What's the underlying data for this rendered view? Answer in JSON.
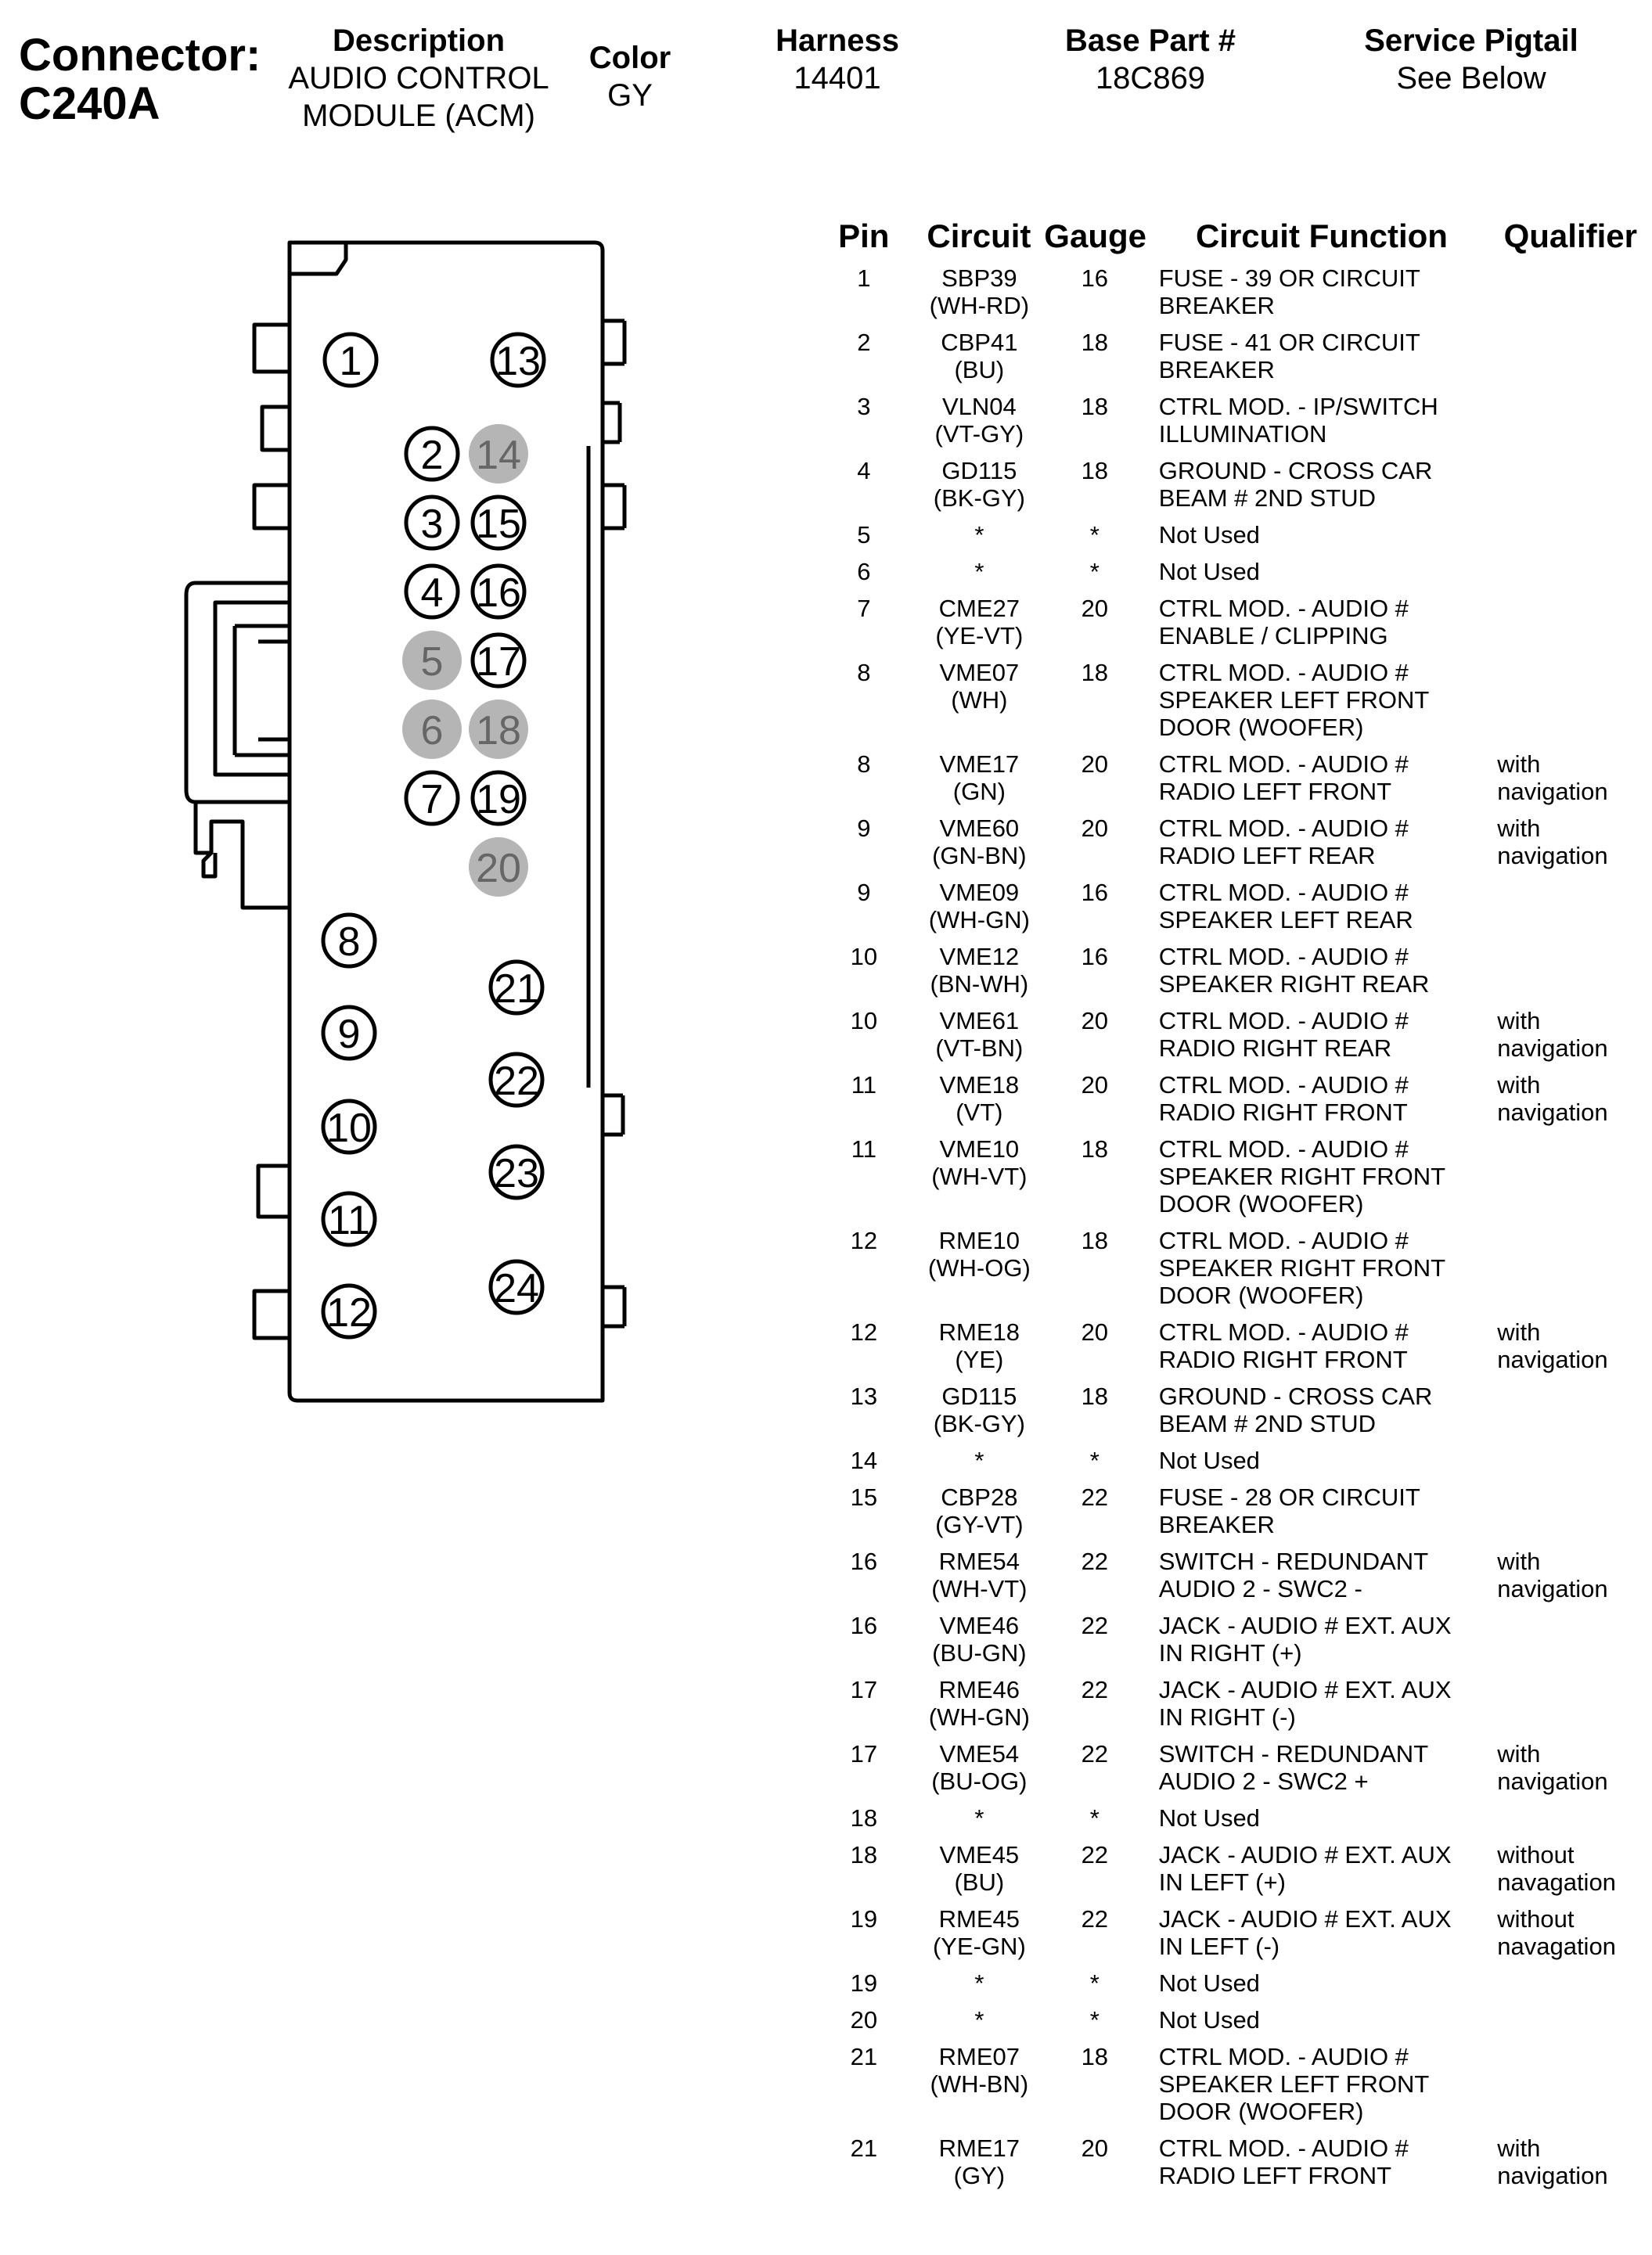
{
  "header": {
    "label_line1": "Connector:",
    "label_line2": "C240A",
    "description_heading": "Description",
    "description_line1": "AUDIO CONTROL",
    "description_line2": "MODULE (ACM)",
    "color_heading": "Color",
    "color_value": "GY",
    "harness_heading": "Harness",
    "harness_value": "14401",
    "base_part_heading": "Base Part #",
    "base_part_value": "18C869",
    "pigtail_heading": "Service Pigtail",
    "pigtail_value": "See Below"
  },
  "connector": {
    "pins_white": [
      "1",
      "13",
      "2",
      "3",
      "15",
      "4",
      "16",
      "17",
      "7",
      "19",
      "8",
      "21",
      "9",
      "22",
      "10",
      "23",
      "11",
      "24",
      "12"
    ],
    "pins_grey": [
      "14",
      "5",
      "6",
      "18",
      "20"
    ],
    "grey_fill": "#b5b5b5"
  },
  "table": {
    "headers": {
      "pin": "Pin",
      "circuit": "Circuit",
      "gauge": "Gauge",
      "function": "Circuit Function",
      "qualifier": "Qualifier"
    },
    "rows": [
      {
        "pin": "1",
        "circuit": "SBP39",
        "color": "(WH-RD)",
        "gauge": "16",
        "function": [
          "FUSE - 39 OR CIRCUIT",
          "BREAKER"
        ],
        "qualifier": [
          "",
          ""
        ]
      },
      {
        "pin": "2",
        "circuit": "CBP41",
        "color": "(BU)",
        "gauge": "18",
        "function": [
          "FUSE - 41 OR CIRCUIT",
          "BREAKER"
        ],
        "qualifier": [
          "",
          ""
        ]
      },
      {
        "pin": "3",
        "circuit": "VLN04",
        "color": "(VT-GY)",
        "gauge": "18",
        "function": [
          "CTRL MOD. - IP/SWITCH",
          "ILLUMINATION"
        ],
        "qualifier": [
          "",
          ""
        ]
      },
      {
        "pin": "4",
        "circuit": "GD115",
        "color": "(BK-GY)",
        "gauge": "18",
        "function": [
          "GROUND - CROSS CAR",
          "BEAM # 2ND STUD"
        ],
        "qualifier": [
          "",
          ""
        ]
      },
      {
        "pin": "5",
        "circuit": "*",
        "color": "",
        "gauge": "*",
        "function": [
          "Not Used"
        ],
        "qualifier": [
          ""
        ]
      },
      {
        "pin": "6",
        "circuit": "*",
        "color": "",
        "gauge": "*",
        "function": [
          "Not Used"
        ],
        "qualifier": [
          ""
        ]
      },
      {
        "pin": "7",
        "circuit": "CME27",
        "color": "(YE-VT)",
        "gauge": "20",
        "function": [
          "CTRL MOD. - AUDIO #",
          "ENABLE / CLIPPING"
        ],
        "qualifier": [
          "",
          ""
        ]
      },
      {
        "pin": "8",
        "circuit": "VME07",
        "color": "(WH)",
        "gauge": "18",
        "function": [
          "CTRL MOD. - AUDIO #",
          "SPEAKER LEFT FRONT",
          "DOOR (WOOFER)"
        ],
        "qualifier": [
          "",
          "",
          ""
        ]
      },
      {
        "pin": "8",
        "circuit": "VME17",
        "color": "(GN)",
        "gauge": "20",
        "function": [
          "CTRL MOD. - AUDIO #",
          "RADIO LEFT FRONT"
        ],
        "qualifier": [
          "with",
          "navigation"
        ]
      },
      {
        "pin": "9",
        "circuit": "VME60",
        "color": "(GN-BN)",
        "gauge": "20",
        "function": [
          "CTRL MOD. - AUDIO #",
          "RADIO LEFT REAR"
        ],
        "qualifier": [
          "with",
          "navigation"
        ]
      },
      {
        "pin": "9",
        "circuit": "VME09",
        "color": "(WH-GN)",
        "gauge": "16",
        "function": [
          "CTRL MOD. - AUDIO #",
          "SPEAKER LEFT REAR"
        ],
        "qualifier": [
          "",
          ""
        ]
      },
      {
        "pin": "10",
        "circuit": "VME12",
        "color": "(BN-WH)",
        "gauge": "16",
        "function": [
          "CTRL MOD. - AUDIO #",
          "SPEAKER RIGHT REAR"
        ],
        "qualifier": [
          "",
          ""
        ]
      },
      {
        "pin": "10",
        "circuit": "VME61",
        "color": "(VT-BN)",
        "gauge": "20",
        "function": [
          "CTRL MOD. - AUDIO #",
          "RADIO RIGHT REAR"
        ],
        "qualifier": [
          "with",
          "navigation"
        ]
      },
      {
        "pin": "11",
        "circuit": "VME18",
        "color": "(VT)",
        "gauge": "20",
        "function": [
          "CTRL MOD. - AUDIO #",
          "RADIO RIGHT FRONT"
        ],
        "qualifier": [
          "with",
          "navigation"
        ]
      },
      {
        "pin": "11",
        "circuit": "VME10",
        "color": "(WH-VT)",
        "gauge": "18",
        "function": [
          "CTRL MOD. - AUDIO #",
          "SPEAKER RIGHT FRONT",
          "DOOR (WOOFER)"
        ],
        "qualifier": [
          "",
          "",
          ""
        ]
      },
      {
        "pin": "12",
        "circuit": "RME10",
        "color": "(WH-OG)",
        "gauge": "18",
        "function": [
          "CTRL MOD. - AUDIO #",
          "SPEAKER RIGHT FRONT",
          "DOOR (WOOFER)"
        ],
        "qualifier": [
          "",
          "",
          ""
        ]
      },
      {
        "pin": "12",
        "circuit": "RME18",
        "color": "(YE)",
        "gauge": "20",
        "function": [
          "CTRL MOD. - AUDIO #",
          "RADIO RIGHT FRONT"
        ],
        "qualifier": [
          "with",
          "navigation"
        ]
      },
      {
        "pin": "13",
        "circuit": "GD115",
        "color": "(BK-GY)",
        "gauge": "18",
        "function": [
          "GROUND - CROSS CAR",
          "BEAM # 2ND STUD"
        ],
        "qualifier": [
          "",
          ""
        ]
      },
      {
        "pin": "14",
        "circuit": "*",
        "color": "",
        "gauge": "*",
        "function": [
          "Not Used"
        ],
        "qualifier": [
          ""
        ]
      },
      {
        "pin": "15",
        "circuit": "CBP28",
        "color": "(GY-VT)",
        "gauge": "22",
        "function": [
          "FUSE - 28 OR CIRCUIT",
          "BREAKER"
        ],
        "qualifier": [
          "",
          ""
        ]
      },
      {
        "pin": "16",
        "circuit": "RME54",
        "color": "(WH-VT)",
        "gauge": "22",
        "function": [
          "SWITCH - REDUNDANT",
          "AUDIO 2 - SWC2 -"
        ],
        "qualifier": [
          "with",
          "navigation"
        ]
      },
      {
        "pin": "16",
        "circuit": "VME46",
        "color": "(BU-GN)",
        "gauge": "22",
        "function": [
          "JACK - AUDIO # EXT. AUX",
          "IN RIGHT (+)"
        ],
        "qualifier": [
          "",
          ""
        ]
      },
      {
        "pin": "17",
        "circuit": "RME46",
        "color": "(WH-GN)",
        "gauge": "22",
        "function": [
          "JACK - AUDIO # EXT. AUX",
          "IN RIGHT (-)"
        ],
        "qualifier": [
          "",
          ""
        ]
      },
      {
        "pin": "17",
        "circuit": "VME54",
        "color": "(BU-OG)",
        "gauge": "22",
        "function": [
          "SWITCH - REDUNDANT",
          "AUDIO 2 - SWC2 +"
        ],
        "qualifier": [
          "with",
          "navigation"
        ]
      },
      {
        "pin": "18",
        "circuit": "*",
        "color": "",
        "gauge": "*",
        "function": [
          "Not Used"
        ],
        "qualifier": [
          ""
        ]
      },
      {
        "pin": "18",
        "circuit": "VME45",
        "color": "(BU)",
        "gauge": "22",
        "function": [
          "JACK - AUDIO # EXT. AUX",
          "IN LEFT (+)"
        ],
        "qualifier": [
          "without",
          "navagation"
        ]
      },
      {
        "pin": "19",
        "circuit": "RME45",
        "color": "(YE-GN)",
        "gauge": "22",
        "function": [
          "JACK - AUDIO # EXT. AUX",
          "IN LEFT (-)"
        ],
        "qualifier": [
          "without",
          "navagation"
        ]
      },
      {
        "pin": "19",
        "circuit": "*",
        "color": "",
        "gauge": "*",
        "function": [
          "Not Used"
        ],
        "qualifier": [
          ""
        ]
      },
      {
        "pin": "20",
        "circuit": "*",
        "color": "",
        "gauge": "*",
        "function": [
          "Not Used"
        ],
        "qualifier": [
          ""
        ]
      },
      {
        "pin": "21",
        "circuit": "RME07",
        "color": "(WH-BN)",
        "gauge": "18",
        "function": [
          "CTRL MOD. - AUDIO #",
          "SPEAKER LEFT FRONT",
          "DOOR (WOOFER)"
        ],
        "qualifier": [
          "",
          "",
          ""
        ]
      },
      {
        "pin": "21",
        "circuit": "RME17",
        "color": "(GY)",
        "gauge": "20",
        "function": [
          "CTRL MOD. - AUDIO #",
          "RADIO LEFT FRONT"
        ],
        "qualifier": [
          "with",
          "navigation"
        ]
      }
    ]
  }
}
